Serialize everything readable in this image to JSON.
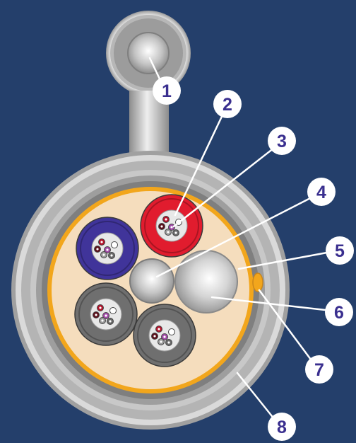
{
  "colors": {
    "background": "#243f6b",
    "callout_text": "#3a2f8f",
    "callout_fill": "#ffffff",
    "leader_line": "#ffffff",
    "outer_sheath_light": "#e6e6e6",
    "outer_sheath_dark": "#8c8c8c",
    "filler": "#f5ddbd",
    "tape_yellow": "#f2a61c",
    "subunit_red": "#e11c2e",
    "subunit_purple": "#40349a",
    "subunit_gray": "#6f6f6f",
    "fiber_core": "#e8e8e8"
  },
  "callouts": [
    {
      "id": "1",
      "label": "1"
    },
    {
      "id": "2",
      "label": "2"
    },
    {
      "id": "3",
      "label": "3"
    },
    {
      "id": "4",
      "label": "4"
    },
    {
      "id": "5",
      "label": "5"
    },
    {
      "id": "6",
      "label": "6"
    },
    {
      "id": "7",
      "label": "7"
    },
    {
      "id": "8",
      "label": "8"
    }
  ]
}
